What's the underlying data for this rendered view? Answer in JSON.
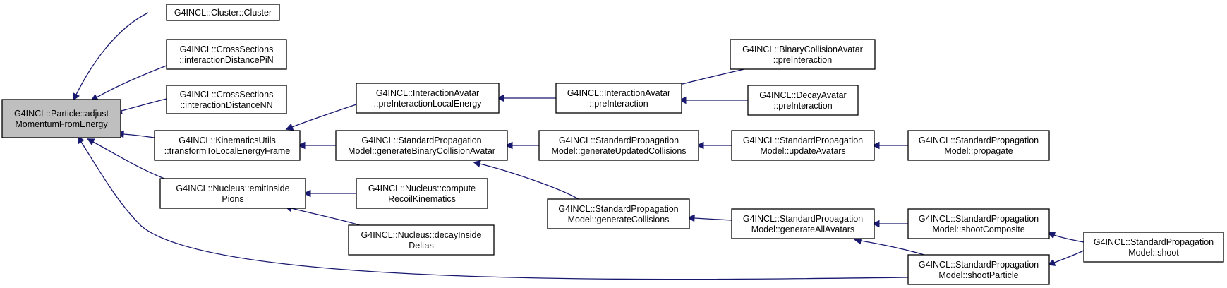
{
  "colors": {
    "edge": "#191970",
    "root_fill": "#bfbfbf",
    "node_fill": "#ffffff",
    "border": "#000000"
  },
  "nodes": {
    "n0": [
      "G4INCL::Particle::adjust",
      "MomentumFromEnergy"
    ],
    "n1": [
      "G4INCL::Cluster::Cluster"
    ],
    "n2": [
      "G4INCL::CrossSections",
      "::interactionDistancePiN"
    ],
    "n3": [
      "G4INCL::CrossSections",
      "::interactionDistanceNN"
    ],
    "n4": [
      "G4INCL::KinematicsUtils",
      "::transformToLocalEnergyFrame"
    ],
    "n5": [
      "G4INCL::Nucleus::emitInside",
      "Pions"
    ],
    "n6": [
      "G4INCL::InteractionAvatar",
      "::preInteractionLocalEnergy"
    ],
    "n7": [
      "G4INCL::StandardPropagation",
      "Model::generateBinaryCollisionAvatar"
    ],
    "n8": [
      "G4INCL::Nucleus::compute",
      "RecoilKinematics"
    ],
    "n9": [
      "G4INCL::Nucleus::decayInside",
      "Deltas"
    ],
    "n10": [
      "G4INCL::InteractionAvatar",
      "::preInteraction"
    ],
    "n11": [
      "G4INCL::StandardPropagation",
      "Model::generateUpdatedCollisions"
    ],
    "n12": [
      "G4INCL::StandardPropagation",
      "Model::generateCollisions"
    ],
    "n13": [
      "G4INCL::BinaryCollisionAvatar",
      "::preInteraction"
    ],
    "n14": [
      "G4INCL::DecayAvatar",
      "::preInteraction"
    ],
    "n15": [
      "G4INCL::StandardPropagation",
      "Model::updateAvatars"
    ],
    "n16": [
      "G4INCL::StandardPropagation",
      "Model::generateAllAvatars"
    ],
    "n17": [
      "G4INCL::StandardPropagation",
      "Model::propagate"
    ],
    "n18": [
      "G4INCL::StandardPropagation",
      "Model::shootComposite"
    ],
    "n19": [
      "G4INCL::StandardPropagation",
      "Model::shootParticle"
    ],
    "n20": [
      "G4INCL::StandardPropagation",
      "Model::shoot"
    ]
  }
}
